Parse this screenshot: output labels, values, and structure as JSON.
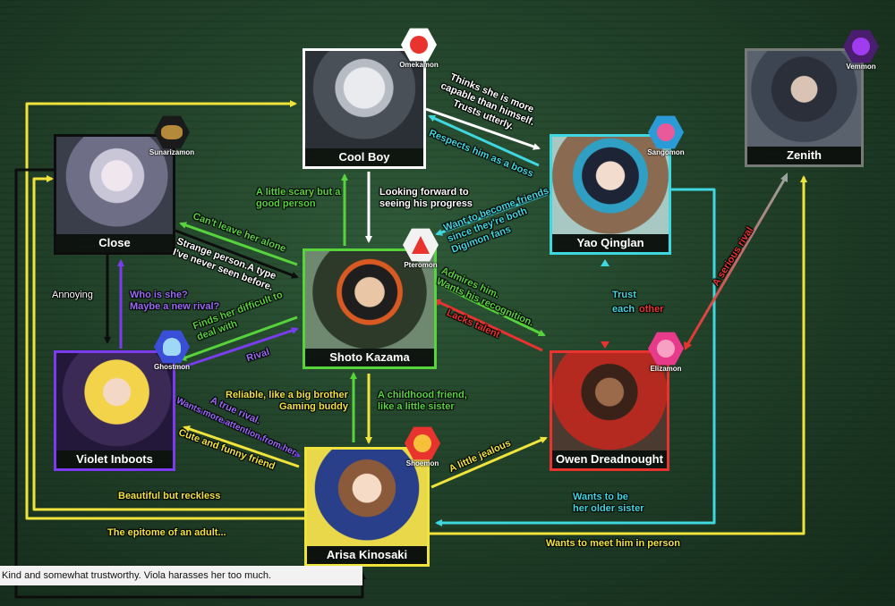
{
  "colors": {
    "green": "#57d43c",
    "yellow": "#f0e43c",
    "cyan": "#3fd7e0",
    "purple": "#7b3cf0",
    "red": "#e8332f",
    "white": "#ffffff",
    "gray": "#9aa09c",
    "black": "#0d0d0d"
  },
  "characters": {
    "cool_boy": {
      "name": "Cool Boy",
      "digimon": "Omekamon"
    },
    "close": {
      "name": "Close",
      "digimon": "Sunarizamon"
    },
    "zenith": {
      "name": "Zenith",
      "digimon": "Vemmon"
    },
    "yao": {
      "name": "Yao Qinglan",
      "digimon": "Sangomon"
    },
    "shoto": {
      "name": "Shoto Kazama",
      "digimon": "Pteromon"
    },
    "violet": {
      "name": "Violet Inboots",
      "digimon": "Ghostmon"
    },
    "owen": {
      "name": "Owen Dreadnought",
      "digimon": "Elizamon"
    },
    "arisa": {
      "name": "Arisa Kinosaki",
      "digimon": "Shoemon"
    }
  },
  "relations": {
    "yao_to_coolboy": "Thinks she is more\ncapable than himself.\nTrusts utterly.",
    "coolboy_to_yao": "Respects him as a boss",
    "coolboy_to_shoto": "A little scary but a\ngood person",
    "shoto_to_coolboy": "Looking forward to\nseeing his progress",
    "yao_to_shoto": "Want to become friends\nsince they're both\nDigimon fans",
    "shoto_to_close": "Can't leave her alone",
    "close_to_shoto": "Strange person.A type\nI've never seen before.",
    "close_to_violet": "Annoying",
    "violet_to_close": "Who is she?\nMaybe a new rival?",
    "shoto_to_violet": "Finds her difficult to\ndeal with",
    "violet_to_shoto": "Rival",
    "owen_to_shoto": "Admires him.\nWants his recognition.",
    "shoto_to_owen": "Lacks talent",
    "yao_owen_trust_a": "Trust",
    "yao_owen_trust_b": "each",
    "yao_owen_trust_c": "other",
    "owen_zenith": "A serious rival",
    "arisa_to_shoto": "Reliable, like a big brother\nGaming buddy",
    "shoto_to_arisa": "A childhood friend,\nlike a little sister",
    "violet_to_arisa_1": "A true rival.",
    "violet_to_arisa_2": "Wants more attention from her.",
    "arisa_to_violet": "Cute and funny friend",
    "arisa_to_owen": "A little jealous",
    "arisa_to_close": "Beautiful but reckless",
    "yao_to_arisa": "Wants to be\nher older sister",
    "arisa_to_coolboy": "The epitome of an adult...",
    "arisa_to_zenith": "Wants to meet him in person",
    "close_to_arisa": "Kind and somewhat trustworthy. Viola harasses her too much."
  }
}
